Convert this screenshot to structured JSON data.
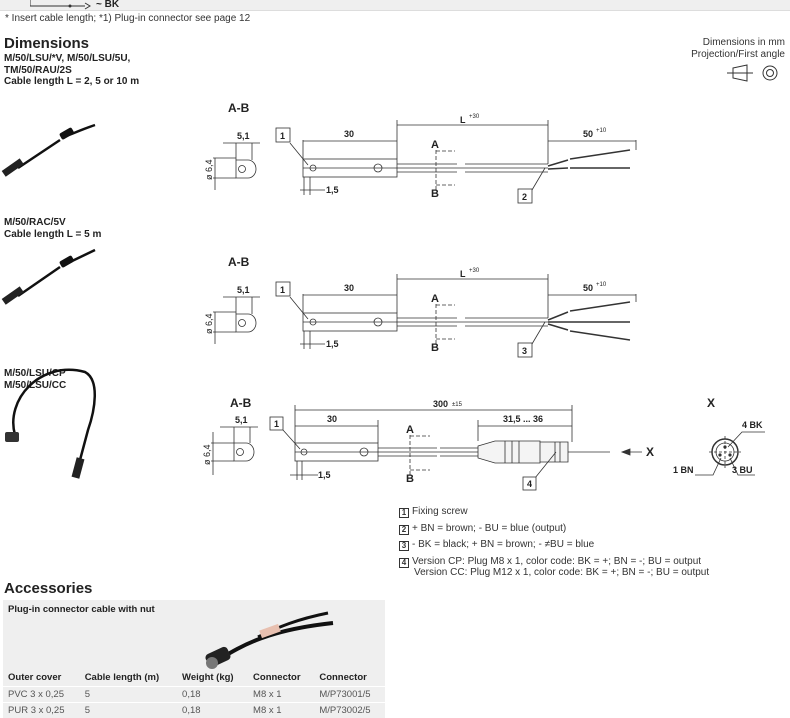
{
  "top": {
    "wire_label": "~ BK"
  },
  "footnote": "* Insert cable length; *1) Plug-in connector see page 12",
  "dimensions": {
    "heading": "Dimensions",
    "units_line1": "Dimensions in mm",
    "units_line2": "Projection/First angle",
    "groups": [
      {
        "models": [
          "M/50/LSU/*V, M/50/LSU/5U,",
          "TM/50/RAU/2S"
        ],
        "cable": "Cable length L = 2, 5 or 10 m",
        "view": "A-B",
        "w": "5,1",
        "d": "ø 6,4",
        "len": "30",
        "slot": "1,5",
        "cable_len": "L",
        "cable_tol": "+30",
        "wire_len": "50",
        "wire_tol": "+10",
        "a": "A",
        "b": "B",
        "marker1": "1",
        "marker2": "2"
      },
      {
        "models": [
          "M/50/RAC/5V"
        ],
        "cable": "Cable length L = 5 m",
        "view": "A-B",
        "w": "5,1",
        "d": "ø 6,4",
        "len": "30",
        "slot": "1,5",
        "cable_len": "L",
        "cable_tol": "+30",
        "wire_len": "50",
        "wire_tol": "+10",
        "a": "A",
        "b": "B",
        "marker1": "1",
        "marker2": "3"
      },
      {
        "models": [
          "M/50/LSU/CP",
          "M/50/LSU/CC"
        ],
        "view": "A-B",
        "w": "5,1",
        "d": "ø 6,4",
        "len": "30",
        "slot": "1,5",
        "total": "300",
        "total_tol": "±15",
        "plug_len": "31,5 ... 36",
        "a": "A",
        "b": "B",
        "marker1": "1",
        "marker2": "4",
        "x": "X",
        "pins": [
          "4 BK",
          "1 BN",
          "3 BU"
        ]
      }
    ]
  },
  "legend": [
    {
      "n": "1",
      "text": "Fixing screw"
    },
    {
      "n": "2",
      "text": "+ BN = brown; - BU = blue (output)"
    },
    {
      "n": "3",
      "text": "- BK = black; + BN = brown; - ≠BU = blue"
    },
    {
      "n": "4",
      "text": "Version CP: Plug M8 x 1, color code: BK = +; BN = -; BU = output",
      "text2": "Version CC: Plug M12 x 1, color code: BK = +; BN = -; BU = output"
    }
  ],
  "accessories": {
    "heading": "Accessories",
    "title": "Plug-in connector cable with nut",
    "columns": [
      "Outer cover",
      "Cable length (m)",
      "Weight (kg)",
      "Connector",
      "Connector"
    ],
    "rows": [
      [
        "PVC 3 x 0,25",
        "5",
        "0,18",
        "M8 x 1",
        "M/P73001/5"
      ],
      [
        "PUR 3 x 0,25",
        "5",
        "0,18",
        "M8 x 1",
        "M/P73002/5"
      ]
    ]
  }
}
